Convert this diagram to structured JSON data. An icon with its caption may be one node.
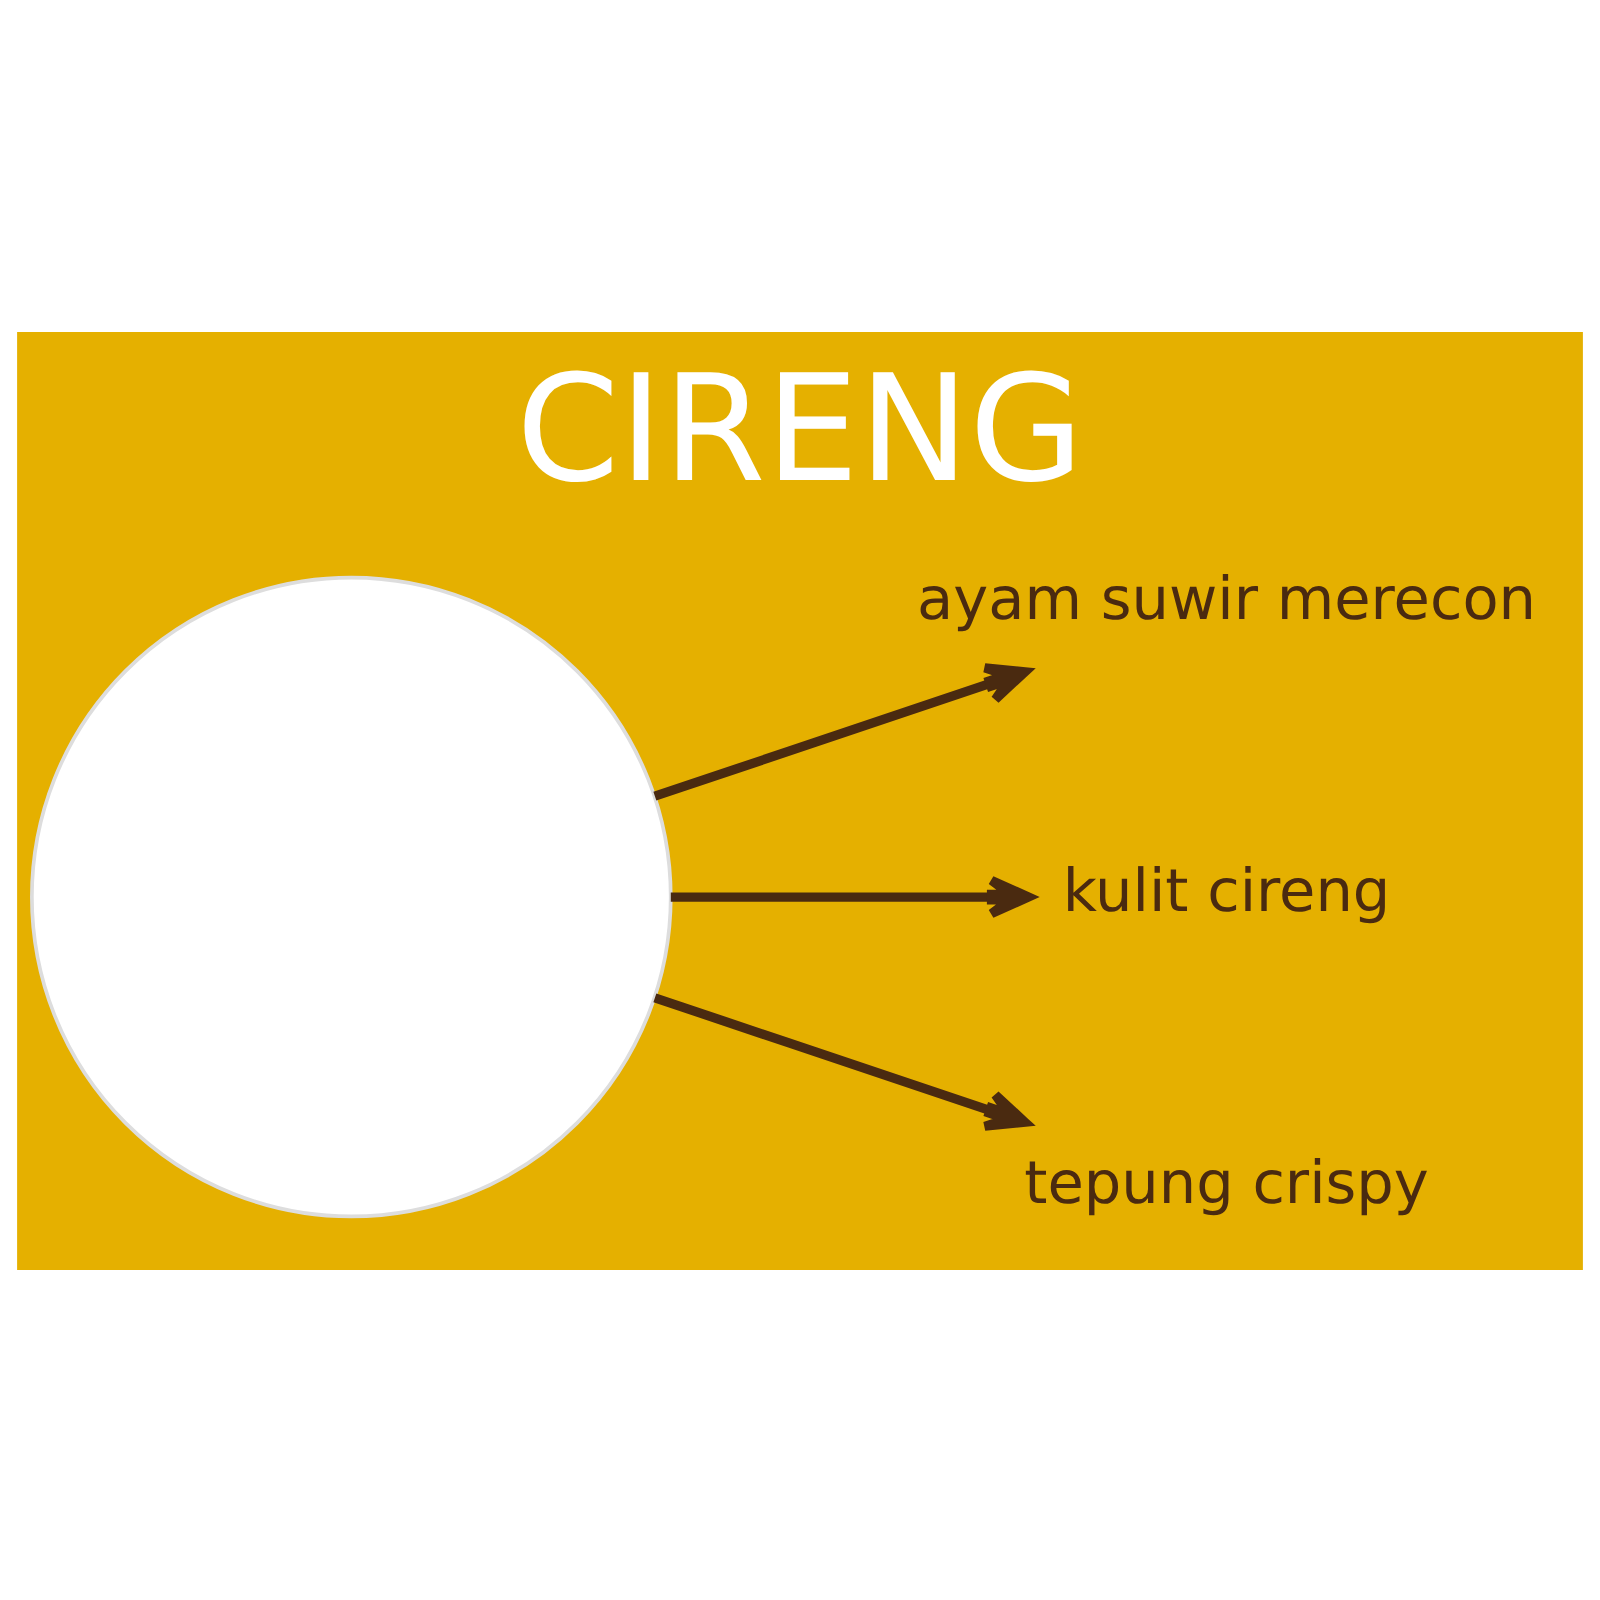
{
  "diagram": {
    "title": "CIRENG",
    "nodes": [
      {
        "text": [],
        "shape": "circle"
      },
      {
        "text": [
          "ayam suwir merecon"
        ]
      },
      {
        "text": [
          "kulit cireng"
        ]
      },
      {
        "text": [
          "tepung crispy"
        ]
      }
    ],
    "edges": [
      {
        "from": 0,
        "to": 1,
        "arrow": "to"
      },
      {
        "from": 0,
        "to": 2,
        "arrow": "to"
      },
      {
        "from": 0,
        "to": 3,
        "arrow": "to"
      }
    ]
  }
}
